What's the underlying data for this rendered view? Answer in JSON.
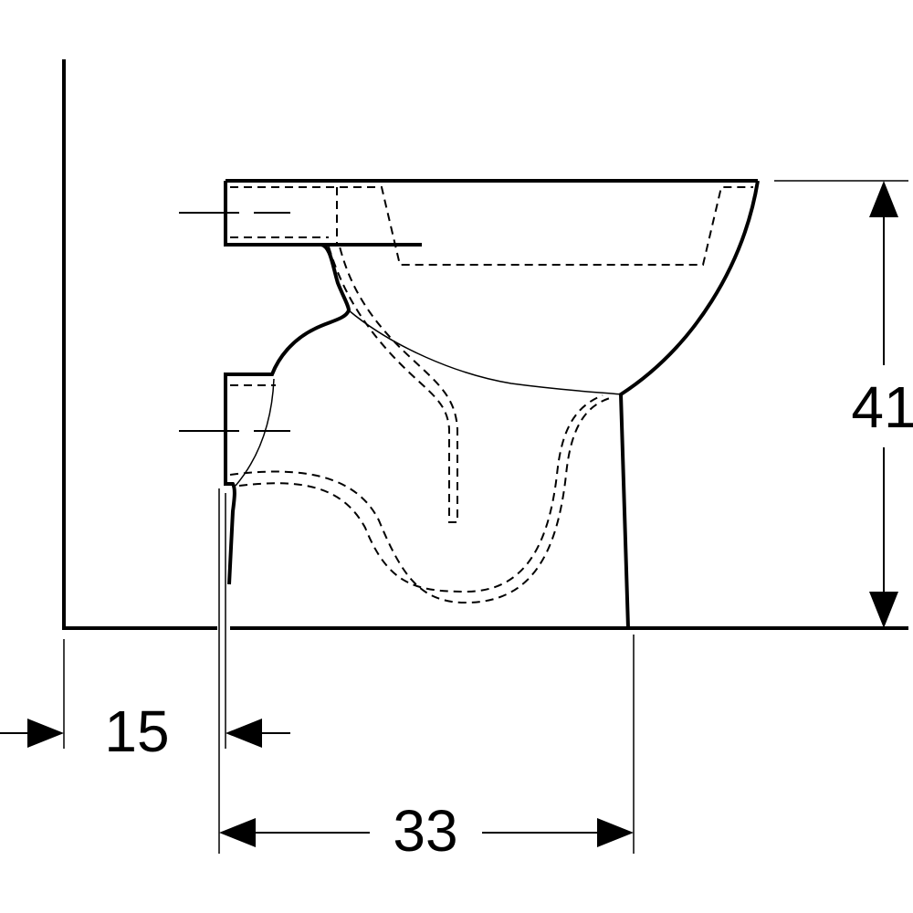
{
  "dimensions": {
    "height": "41",
    "wall_offset": "15",
    "depth": "33"
  },
  "colors": {
    "line": "#000000",
    "background": "#ffffff"
  }
}
